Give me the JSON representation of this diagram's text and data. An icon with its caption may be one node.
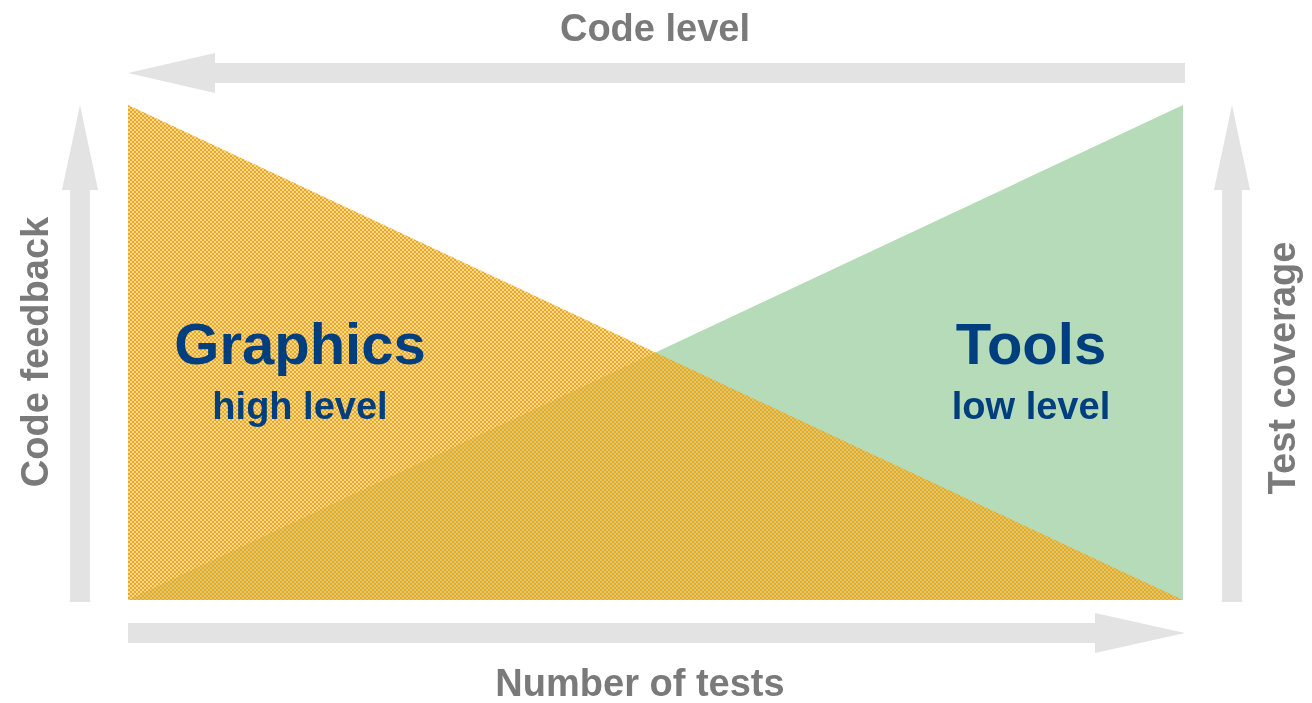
{
  "diagram": {
    "nodes": [
      {
        "text": [
          "Graphics",
          "high level"
        ]
      },
      {
        "text": [
          "Tools",
          "low level"
        ]
      }
    ],
    "labels": [
      "Code level",
      "Code feedback",
      "Test coverage",
      "Number of tests"
    ]
  }
}
